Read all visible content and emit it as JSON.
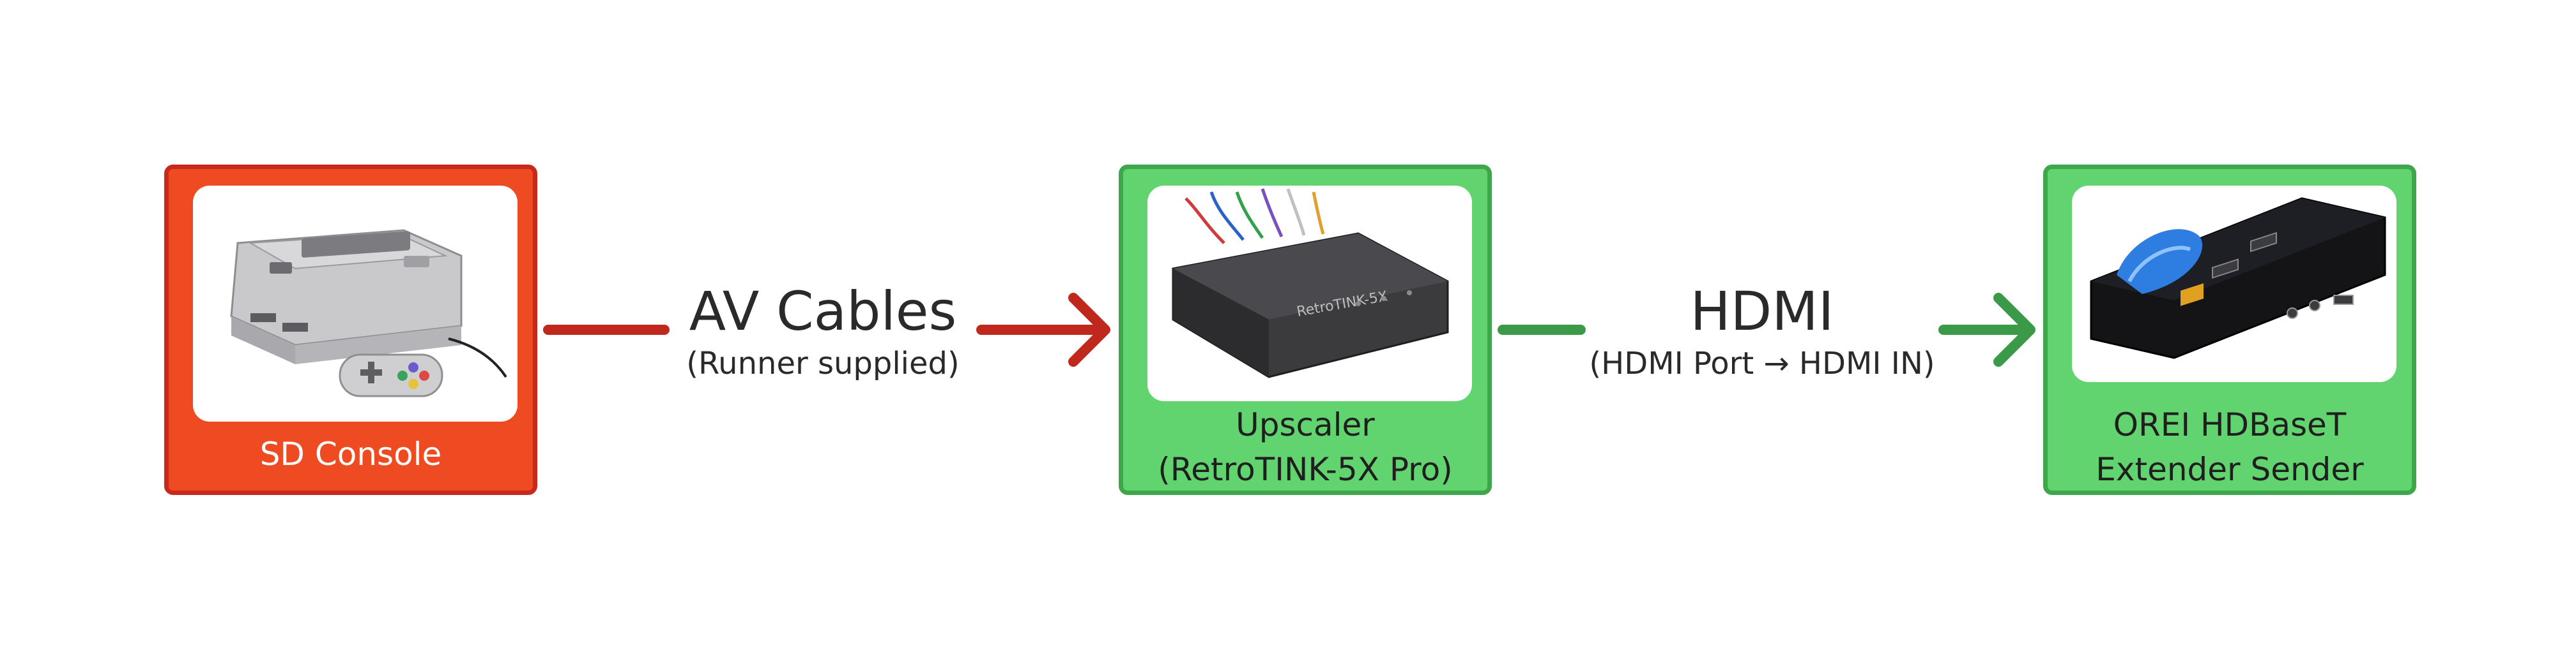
{
  "nodes": [
    {
      "id": "sd-console",
      "label": "SD Console",
      "color": "#ef4b23",
      "border": "#c9291d",
      "icon": "console-image"
    },
    {
      "id": "upscaler",
      "label_line1": "Upscaler",
      "label_line2": "(RetroTINK-5X Pro)",
      "color": "#62d46f",
      "border": "#3ea64b",
      "icon": "upscaler-image",
      "device_text": "RetroTINK-5X"
    },
    {
      "id": "orei",
      "label_line1": "OREI HDBaseT",
      "label_line2": "Extender Sender",
      "color": "#62d46f",
      "border": "#3ea64b",
      "icon": "extender-image"
    }
  ],
  "edges": [
    {
      "from": "sd-console",
      "to": "upscaler",
      "title": "AV Cables",
      "subtitle": "(Runner supplied)",
      "color": "#c0281e"
    },
    {
      "from": "upscaler",
      "to": "orei",
      "title": "HDMI",
      "subtitle": "(HDMI Port → HDMI IN)",
      "color": "#3b9a48"
    }
  ]
}
